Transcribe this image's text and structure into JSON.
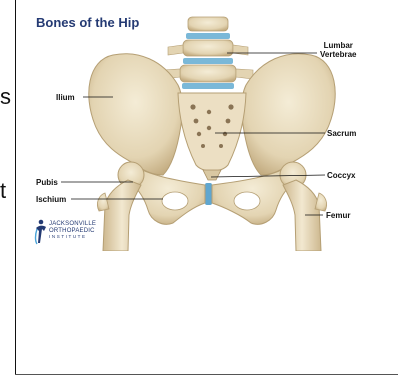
{
  "left_edge_chars": [
    "s",
    "t"
  ],
  "figure": {
    "title": "Bones of the Hip",
    "labels": {
      "lumbar_vertebrae": [
        "Lumbar",
        "Vertebrae"
      ],
      "ilium": "Ilium",
      "sacrum": "Sacrum",
      "coccyx": "Coccyx",
      "pubis": "Pubis",
      "ischium": "Ischium",
      "femur": "Femur"
    },
    "logo": {
      "icon": "jacksonville-orthopaedic-person-logo",
      "lines": [
        "JACKSONVILLE",
        "ORTHOPAEDIC",
        "I N S T I T U T E"
      ]
    },
    "colors": {
      "title": "#243a73",
      "bone": "#e8dcc0",
      "bone_shade": "#c9b48a",
      "disc": "#7ab8d8",
      "background": "#ffffff"
    }
  }
}
